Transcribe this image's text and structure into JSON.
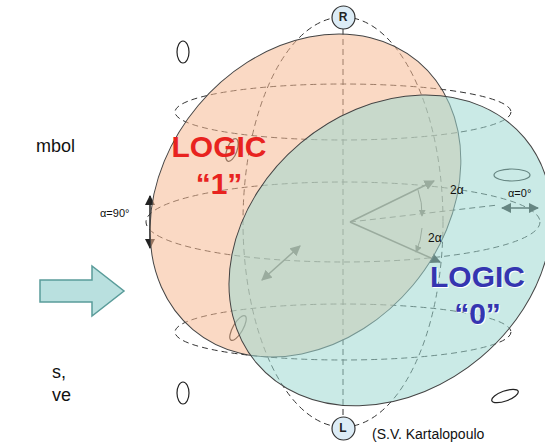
{
  "diagram": {
    "nodes": [
      {
        "text": [
          "LOGIC “1”"
        ]
      },
      {
        "text": [
          "LOGIC “0”"
        ]
      },
      {
        "text": [
          "R"
        ]
      },
      {
        "text": [
          "L"
        ]
      }
    ],
    "labels": [
      "mbol",
      "α=90°",
      "α=0°",
      "2α",
      "2α",
      "s,",
      "ve",
      "(S.V. Kartalopoulo"
    ]
  }
}
